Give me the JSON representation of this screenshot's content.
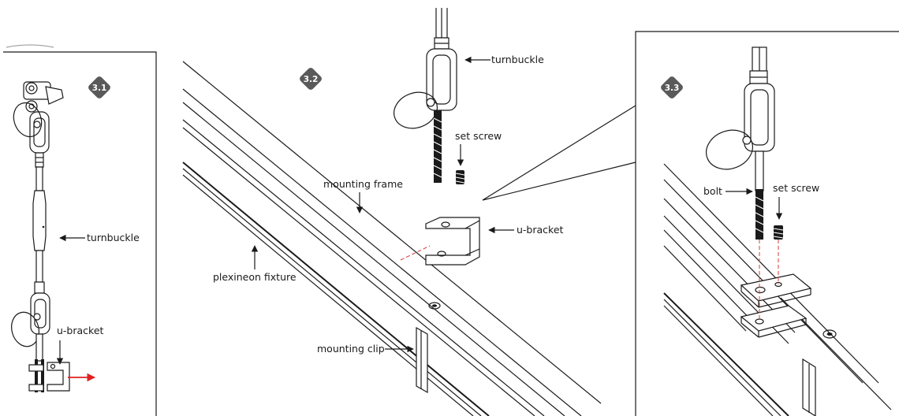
{
  "colors": {
    "line": "#1a1a1a",
    "badge": "#5a5a5a",
    "badge_text": "#ffffff",
    "dashed_guide": "#d83a3a",
    "direction_arrow": "#e02020"
  },
  "panels": [
    {
      "badge": "3.1",
      "labels": {
        "turnbuckle": "turnbuckle",
        "u_bracket": "u-bracket"
      }
    },
    {
      "badge": "3.2",
      "labels": {
        "turnbuckle": "turnbuckle",
        "set_screw": "set screw",
        "mounting_frame": "mounting frame",
        "u_bracket": "u-bracket",
        "plexineon_fixture": "plexineon fixture",
        "mounting_clip": "mounting clip"
      }
    },
    {
      "badge": "3.3",
      "labels": {
        "bolt": "bolt",
        "set_screw": "set screw"
      }
    }
  ]
}
